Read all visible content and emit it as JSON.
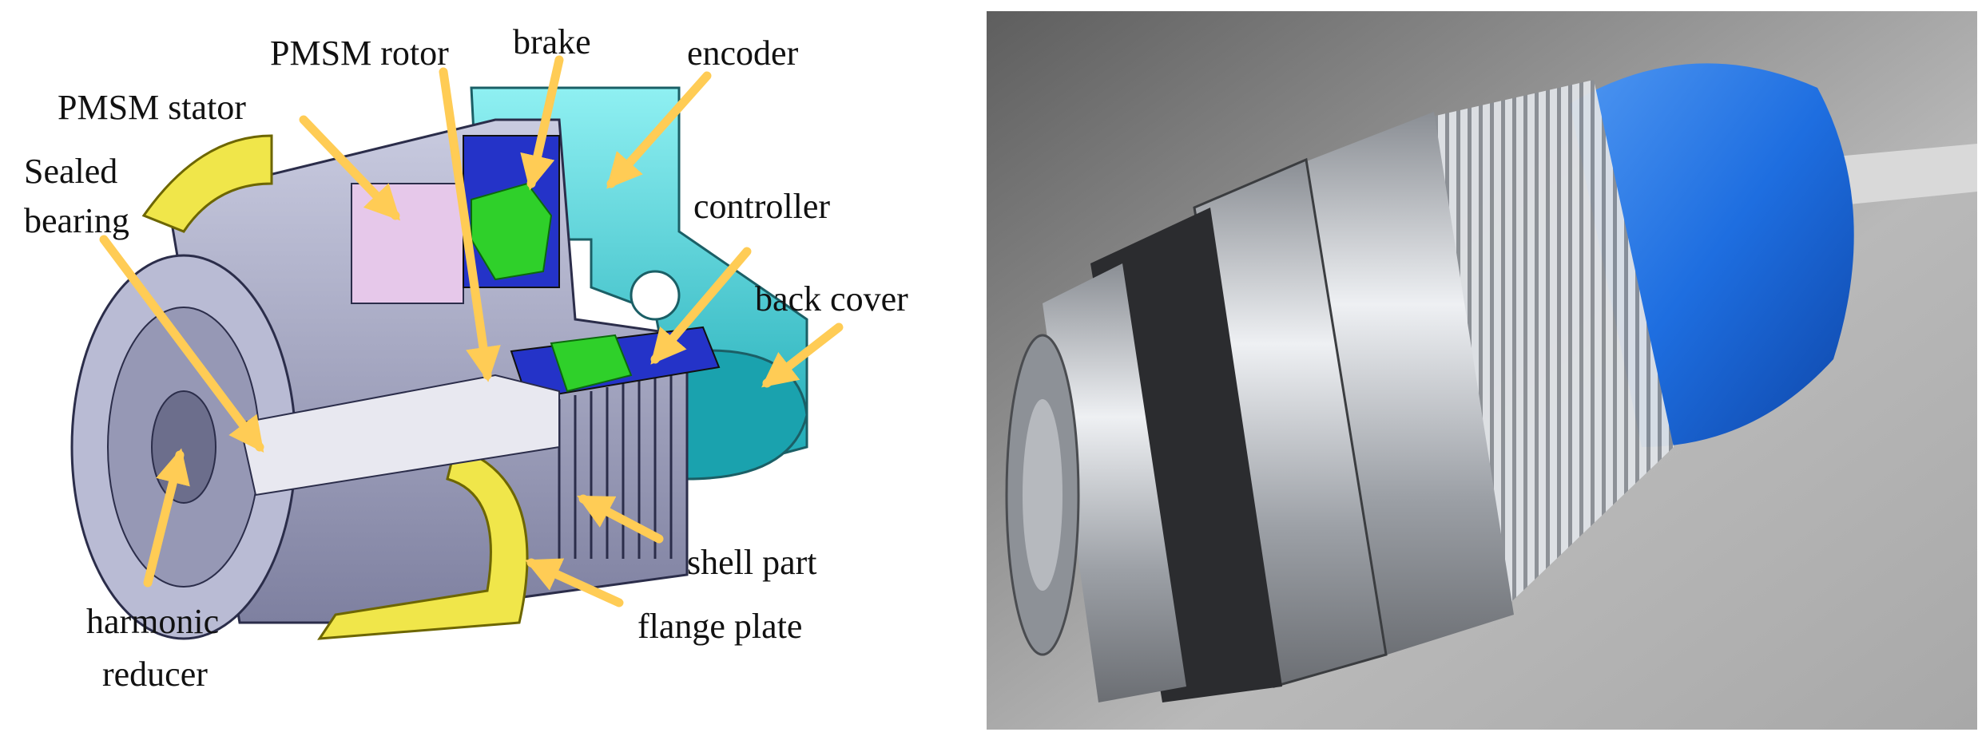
{
  "figure": {
    "labels": {
      "pmsm_rotor": "PMSM rotor",
      "brake": "brake",
      "encoder": "encoder",
      "pmsm_stator": "PMSM stator",
      "sealed": "Sealed",
      "bearing": "bearing",
      "controller": "controller",
      "back_cover": "back cover",
      "shell_part": "shell part",
      "harmonic": "harmonic",
      "reducer": "reducer",
      "flange_plate": "flange plate"
    },
    "colors": {
      "arrow": "#ffcc55",
      "housing_gray": "#a9abc6",
      "cover_cyan": "#3fd8e0",
      "brake_green": "#2fd02a",
      "flange_yellow": "#f0e64a",
      "stator_pink": "#e6c8ea",
      "blue_cap": "#1e6ee0",
      "aluminum": "#c8ccd2"
    }
  }
}
